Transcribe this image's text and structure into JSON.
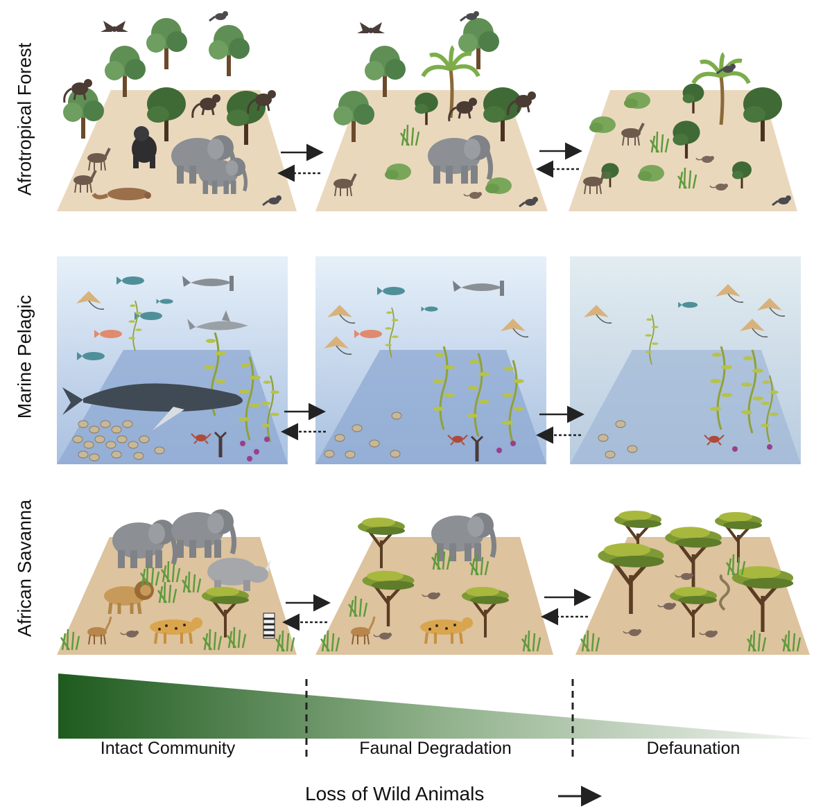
{
  "rows": [
    {
      "label": "Afrotropical Forest"
    },
    {
      "label": "Marine Pelagic"
    },
    {
      "label": "African Savanna"
    }
  ],
  "stages": [
    {
      "label": "Intact Community"
    },
    {
      "label": "Faunal Degradation"
    },
    {
      "label": "Defaunation"
    }
  ],
  "axis": {
    "label": "Loss of Wild Animals"
  },
  "colors": {
    "forest_ground": "#ead8bd",
    "savanna_ground": "#ddc39e",
    "ocean_light": "#d4e4f2",
    "ocean_deep": "#8ea8d2",
    "gradient_dark": "#1e5a1e",
    "arrow": "#222222"
  },
  "icons": [
    "elephant-icon",
    "gorilla-icon",
    "monkey-icon",
    "tree-icon",
    "palm-tree-icon",
    "bird-icon",
    "bat-icon",
    "pangolin-icon",
    "antelope-icon",
    "rodent-icon",
    "whale-icon",
    "shark-icon",
    "hammerhead-shark-icon",
    "manta-ray-icon",
    "fish-icon",
    "kelp-icon",
    "clam-icon",
    "crab-icon",
    "lobster-icon",
    "lion-icon",
    "cheetah-icon",
    "rhino-icon",
    "zebra-icon",
    "acacia-tree-icon",
    "snake-icon",
    "grass-icon"
  ]
}
